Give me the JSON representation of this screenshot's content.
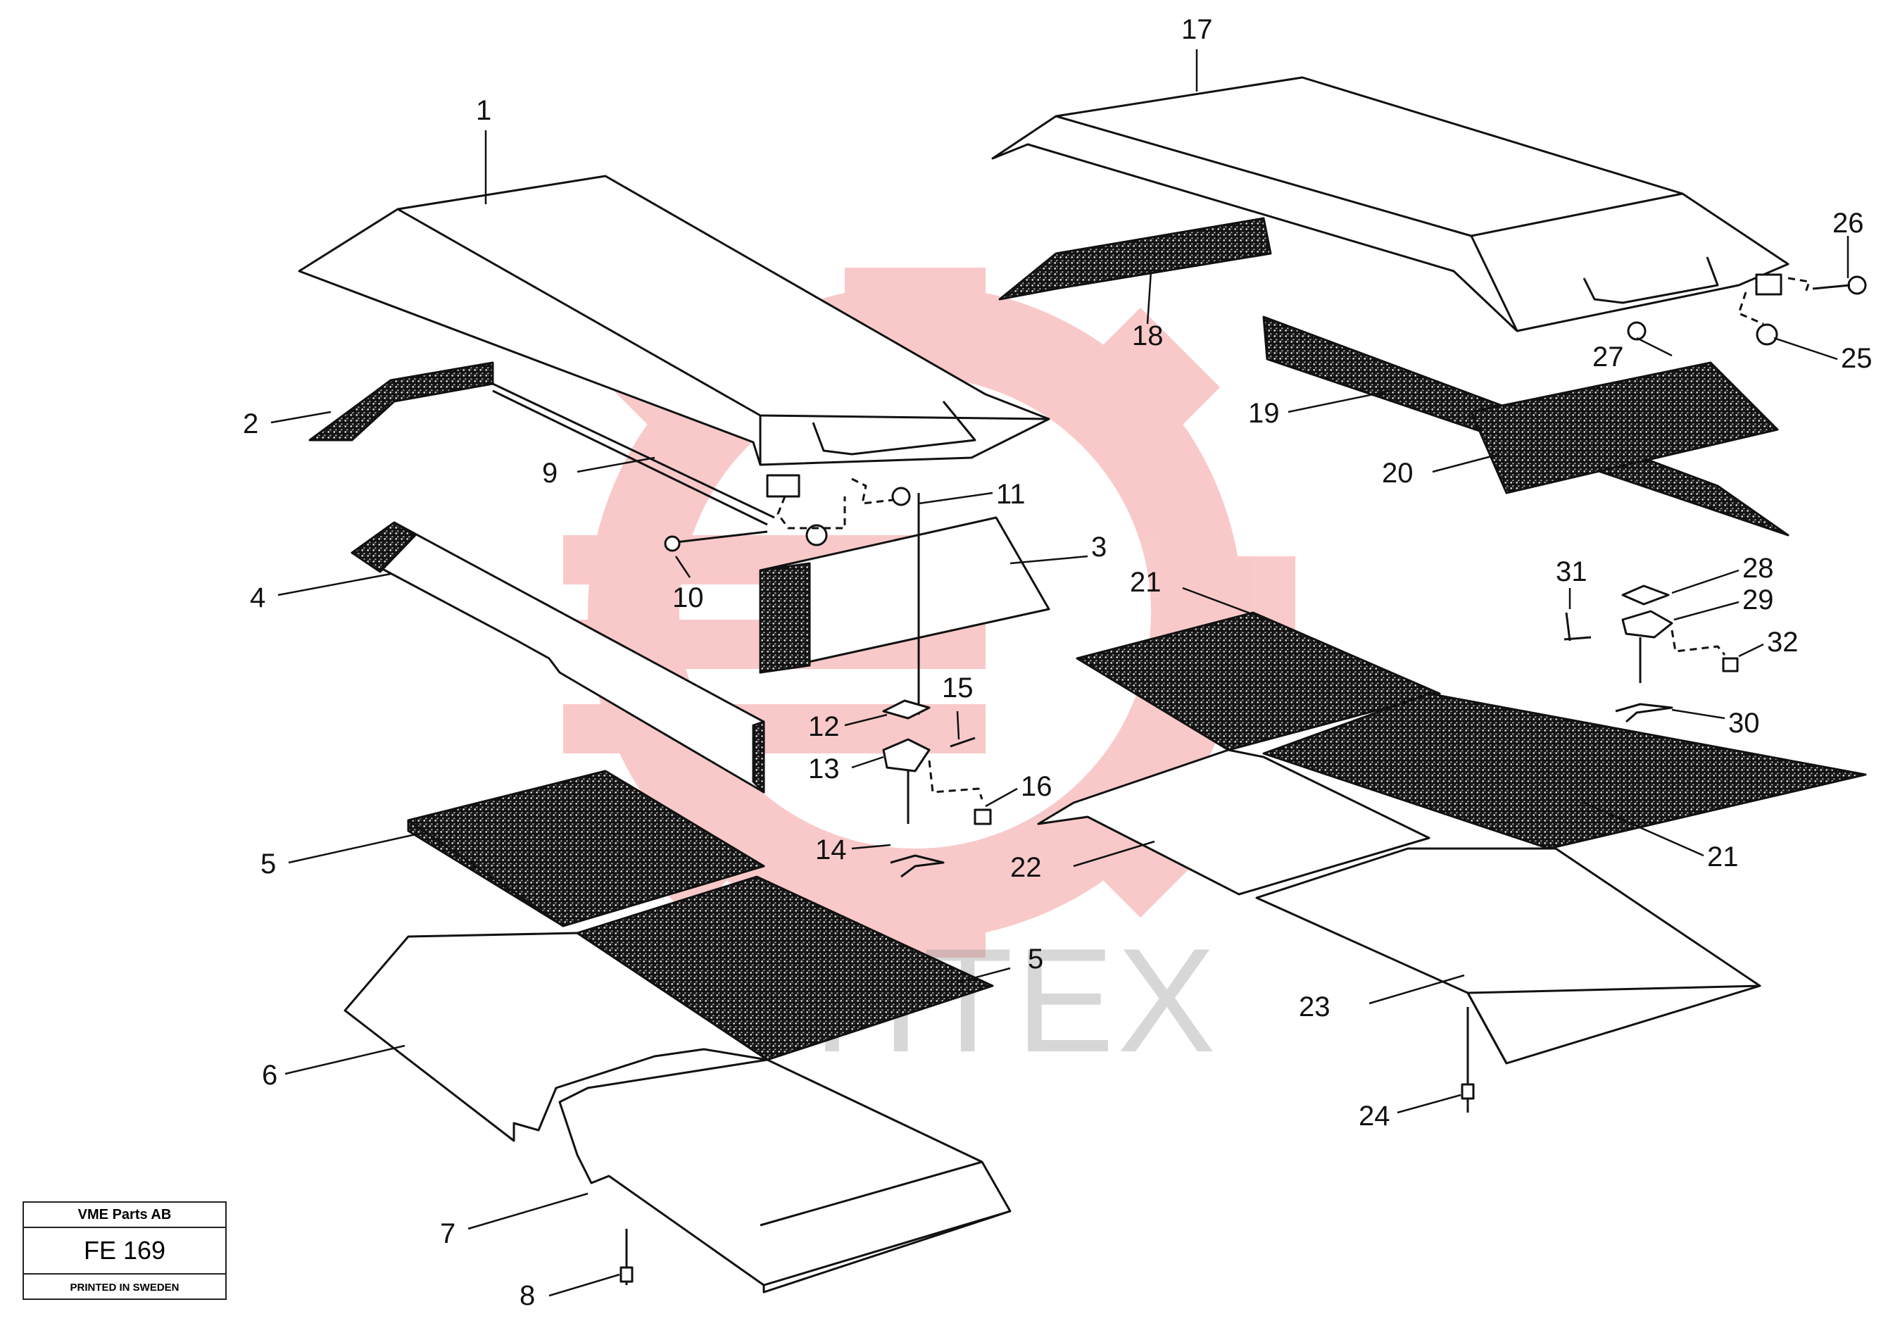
{
  "watermark": {
    "text": "ИНТЕХ",
    "gear_color": "#f4a7a7"
  },
  "title_block": {
    "company": "VME Parts AB",
    "code": "FE 169",
    "printed": "PRINTED IN SWEDEN"
  },
  "callouts": [
    {
      "id": "c1",
      "label": "1"
    },
    {
      "id": "c2",
      "label": "2"
    },
    {
      "id": "c3",
      "label": "3"
    },
    {
      "id": "c4",
      "label": "4"
    },
    {
      "id": "c5a",
      "label": "5"
    },
    {
      "id": "c5b",
      "label": "5"
    },
    {
      "id": "c6",
      "label": "6"
    },
    {
      "id": "c7",
      "label": "7"
    },
    {
      "id": "c8",
      "label": "8"
    },
    {
      "id": "c9",
      "label": "9"
    },
    {
      "id": "c10",
      "label": "10"
    },
    {
      "id": "c11",
      "label": "11"
    },
    {
      "id": "c12",
      "label": "12"
    },
    {
      "id": "c13",
      "label": "13"
    },
    {
      "id": "c14",
      "label": "14"
    },
    {
      "id": "c15",
      "label": "15"
    },
    {
      "id": "c16",
      "label": "16"
    },
    {
      "id": "c17",
      "label": "17"
    },
    {
      "id": "c18",
      "label": "18"
    },
    {
      "id": "c19",
      "label": "19"
    },
    {
      "id": "c20",
      "label": "20"
    },
    {
      "id": "c21a",
      "label": "21"
    },
    {
      "id": "c21b",
      "label": "21"
    },
    {
      "id": "c22",
      "label": "22"
    },
    {
      "id": "c23",
      "label": "23"
    },
    {
      "id": "c24",
      "label": "24"
    },
    {
      "id": "c25",
      "label": "25"
    },
    {
      "id": "c26",
      "label": "26"
    },
    {
      "id": "c27",
      "label": "27"
    },
    {
      "id": "c28",
      "label": "28"
    },
    {
      "id": "c29",
      "label": "29"
    },
    {
      "id": "c30",
      "label": "30"
    },
    {
      "id": "c31",
      "label": "31"
    },
    {
      "id": "c32",
      "label": "32"
    }
  ]
}
